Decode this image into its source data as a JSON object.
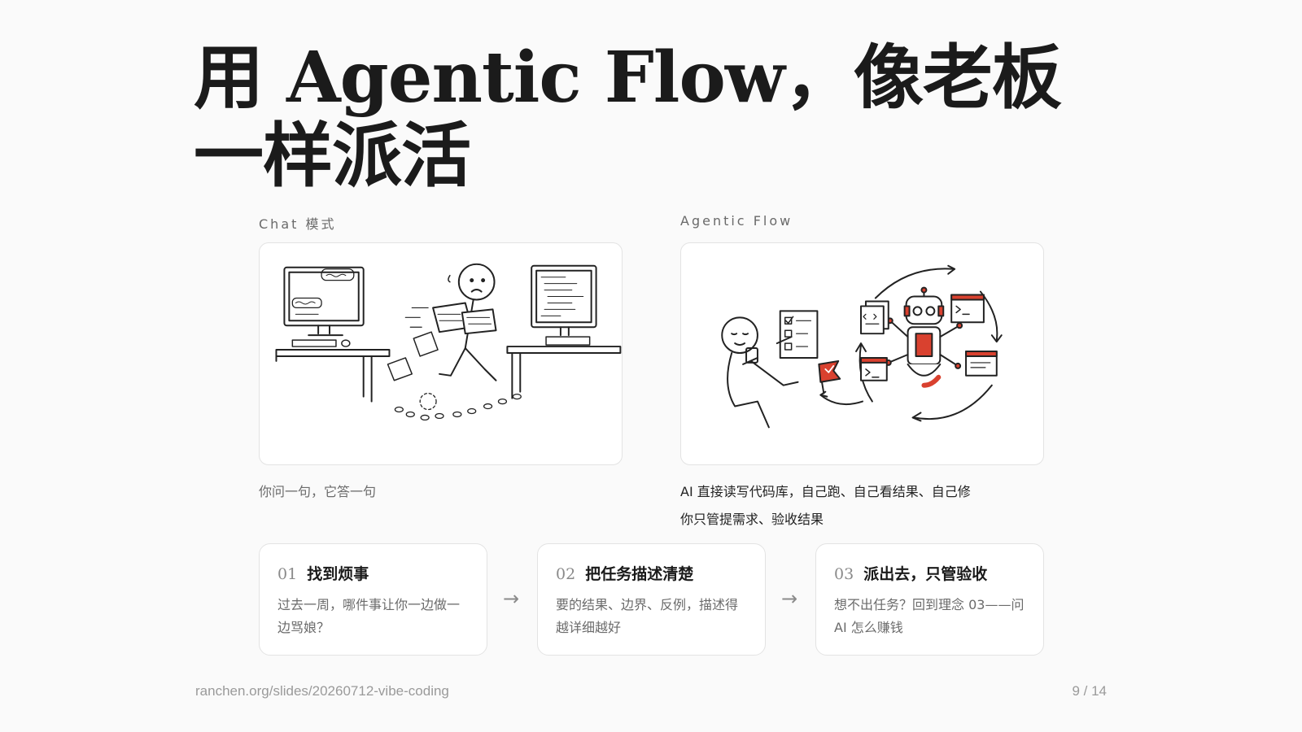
{
  "slide": {
    "title": "用 Agentic Flow，像老板一样派活"
  },
  "columns": {
    "left": {
      "label": "Chat 模式",
      "caption": "你问一句，它答一句"
    },
    "right": {
      "label": "Agentic Flow",
      "caption_line1": "AI 直接读写代码库，自己跑、自己看结果、自己修",
      "caption_line2": "你只管提需求、验收结果"
    }
  },
  "steps": [
    {
      "num": "01",
      "title": "找到烦事",
      "desc": "过去一周，哪件事让你一边做一边骂娘？"
    },
    {
      "num": "02",
      "title": "把任务描述清楚",
      "desc": "要的结果、边界、反例，描述得越详细越好"
    },
    {
      "num": "03",
      "title": "派出去，只管验收",
      "desc": "想不出任务？回到理念 03——问 AI 怎么赚钱"
    }
  ],
  "arrow_glyph": "→",
  "footer": {
    "url": "ranchen.org/slides/20260712-vibe-coding",
    "page": "9 / 14"
  },
  "colors": {
    "accent": "#d9412f",
    "ink": "#1b1b1b",
    "muted": "#6b6b6b"
  }
}
